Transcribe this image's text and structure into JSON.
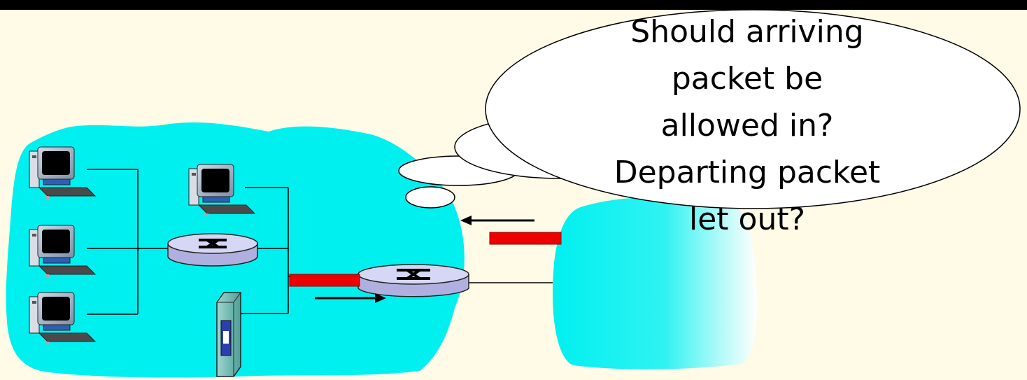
{
  "caption": {
    "lines": [
      "Should arriving",
      "packet be",
      "allowed in?",
      "Departing packet",
      "let out?"
    ]
  },
  "colors": {
    "background": "#fffbe6",
    "network_cloud": "#00f0f0",
    "packet": "#ee0000",
    "router_top": "#d6d6f5",
    "router_side": "#b0b0e0",
    "thought_bubble": "#ffffff"
  },
  "icons": [
    "desktop-computer-icon",
    "router-icon",
    "firewall-icon",
    "packet-icon",
    "arrow-icon"
  ]
}
